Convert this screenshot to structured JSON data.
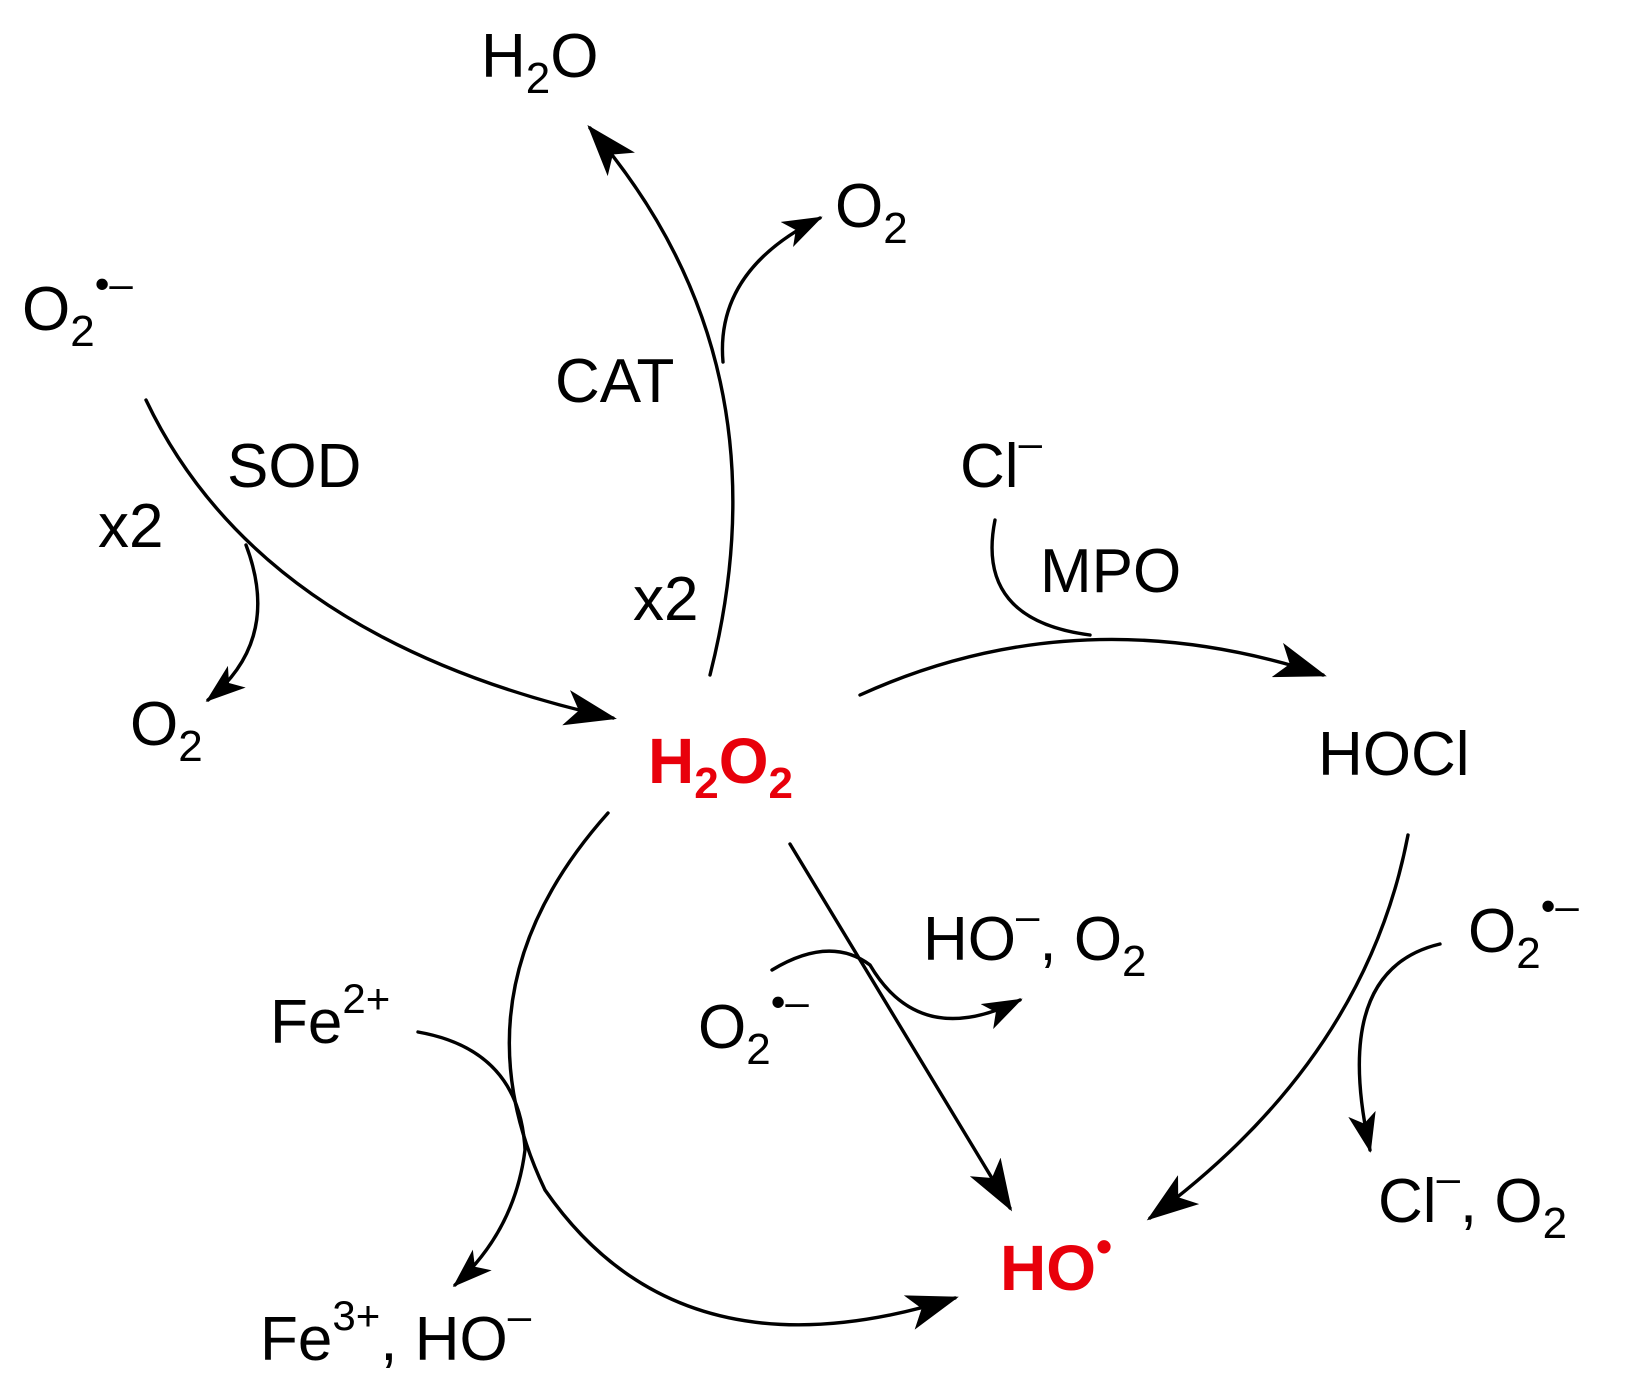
{
  "species": {
    "superoxide_top_left": {
      "base": "O",
      "sub": "2",
      "sup": "•–"
    },
    "o2_sod_product": {
      "base": "O",
      "sub": "2"
    },
    "h2o_cat_product": {
      "h": "H",
      "sub": "2",
      "o": "O"
    },
    "o2_cat_product": {
      "base": "O",
      "sub": "2"
    },
    "h2o2_center": {
      "h": "H",
      "sub1": "2",
      "o": "O",
      "sub2": "2"
    },
    "chloride_reactant": {
      "base": "Cl",
      "sup": "–"
    },
    "hocl": "HOCl",
    "superoxide_right": {
      "base": "O",
      "sub": "2",
      "sup": "•–"
    },
    "chloride_o2_product": {
      "cl": "Cl",
      "sup": "–",
      "sep": ", ",
      "o": "O",
      "sub": "2"
    },
    "superoxide_middle": {
      "base": "O",
      "sub": "2",
      "sup": "•–"
    },
    "hydroxide_o2_product": {
      "ho": "HO",
      "sup": "–",
      "sep": ", ",
      "o": "O",
      "sub": "2"
    },
    "fe2": {
      "base": "Fe",
      "sup": "2+"
    },
    "fe3_hydroxide": {
      "fe": "Fe",
      "sup": "3+",
      "sep": ", ",
      "ho": "HO",
      "sup2": "–"
    },
    "hydroxyl_radical": {
      "base": "HO",
      "dot": "•"
    }
  },
  "reaction_labels": {
    "sod_enzyme": "SOD",
    "sod_stoich": "x2",
    "cat_enzyme": "CAT",
    "cat_stoich": "x2",
    "mpo_enzyme": "MPO"
  },
  "colors": {
    "highlight": "#e8000b",
    "ink": "#000000",
    "background": "#ffffff"
  }
}
